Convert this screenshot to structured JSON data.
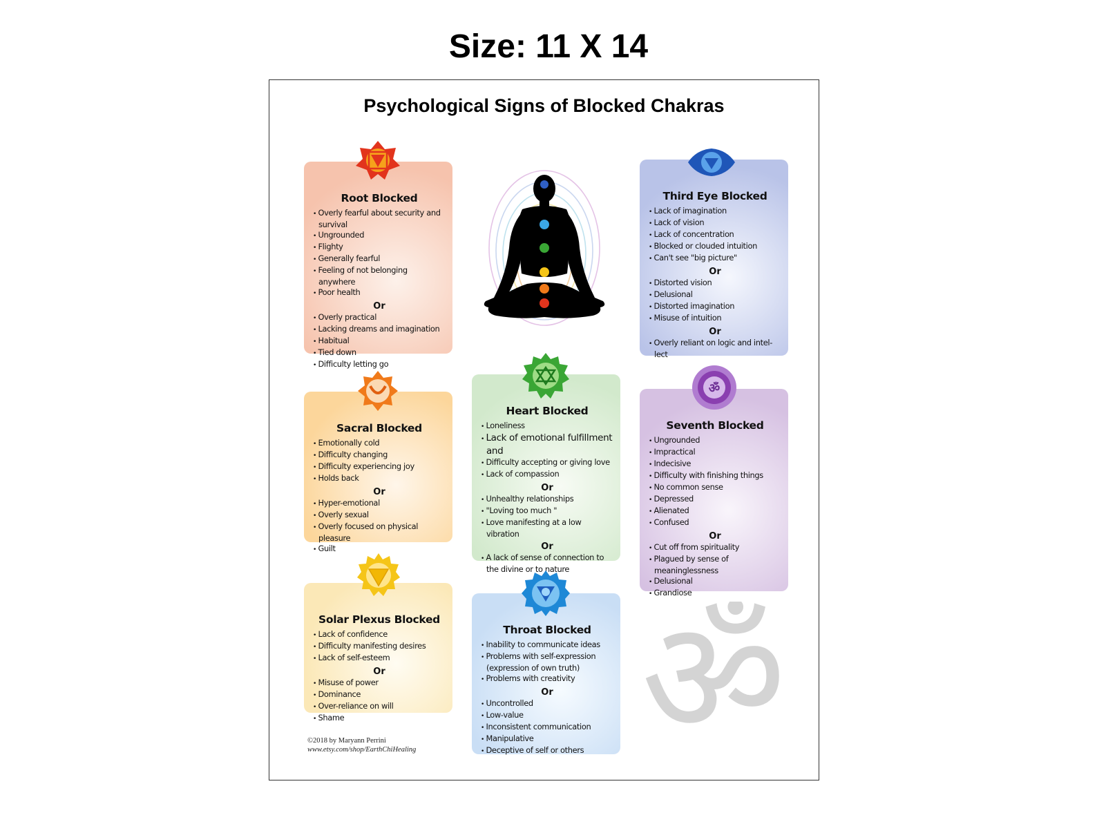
{
  "header": {
    "size_label": "Size: 11 X 14"
  },
  "poster": {
    "title": "Psychological Signs of Blocked Chakras",
    "or_word": "Or",
    "credit": {
      "copyright": "©2018 by Maryann Perrini",
      "url": "www.etsy.com/shop/EarthChiHealing"
    },
    "cards": {
      "root": {
        "title": "Root  Blocked",
        "color": "#e2341d",
        "groups": [
          [
            "Overly fearful about security and survival",
            "Ungrounded",
            "Flighty",
            "Generally fearful",
            "Feeling of not belonging anywhere",
            "Poor health"
          ],
          [
            "Overly practical",
            "Lacking dreams and imagination",
            "Habitual",
            "Tied down",
            "Difficulty letting go"
          ]
        ]
      },
      "sacral": {
        "title": "Sacral  Blocked",
        "color": "#f07a1a",
        "groups": [
          [
            "Emotionally cold",
            "Difficulty changing",
            "Difficulty experiencing joy",
            "Holds back"
          ],
          [
            "Hyper-emotional",
            "Overly sexual",
            "Overly focused on physical pleasure",
            "Guilt"
          ]
        ]
      },
      "solar": {
        "title": "Solar Plexus  Blocked",
        "color": "#f5c518",
        "groups": [
          [
            "Lack of confidence",
            "Difficulty manifesting desires",
            "Lack of self-esteem"
          ],
          [
            "Misuse of power",
            "Dominance",
            "Over-reliance on will",
            "Shame"
          ]
        ]
      },
      "heart": {
        "title": "Heart  Blocked",
        "color": "#3aa635",
        "groups": [
          [
            "Loneliness",
            "Lack of emotional fulfillment and",
            "Difficulty accepting or giving love",
            "Lack of compassion"
          ],
          [
            "Unhealthy relationships",
            "\"Loving too much \"",
            "Love manifesting at a low vibration"
          ],
          [
            "A lack of sense of connection to the divine or to nature"
          ]
        ]
      },
      "throat": {
        "title": "Throat  Blocked",
        "color": "#1e88d6",
        "groups": [
          [
            "Inability to communicate ideas",
            "Problems with self-expression (expression of own truth)",
            "Problems with creativity"
          ],
          [
            "Uncontrolled",
            "Low-value",
            "Inconsistent communication",
            "Manipulative",
            "Deceptive of self or others"
          ]
        ]
      },
      "third": {
        "title": "Third Eye  Blocked",
        "color": "#1f56b8",
        "groups": [
          [
            "Lack of imagination",
            "Lack of vision",
            "Lack of concentration",
            "Blocked or clouded intuition",
            "Can't see \"big picture\""
          ],
          [
            "Distorted vision",
            "Delusional",
            "Distorted imagination",
            "Misuse of intuition"
          ],
          [
            "Overly reliant on logic and intel-lect"
          ]
        ]
      },
      "seventh": {
        "title": "Seventh  Blocked",
        "color": "#8a3fb0",
        "groups": [
          [
            "Ungrounded",
            "Impractical",
            "Indecisive",
            "Difficulty with finishing things",
            "No common sense",
            "Depressed",
            "Alienated",
            "Confused"
          ],
          [
            "Cut off from spirituality",
            "Plagued by sense of meaninglessness",
            "Delusional",
            "Grandiose"
          ]
        ]
      }
    }
  }
}
